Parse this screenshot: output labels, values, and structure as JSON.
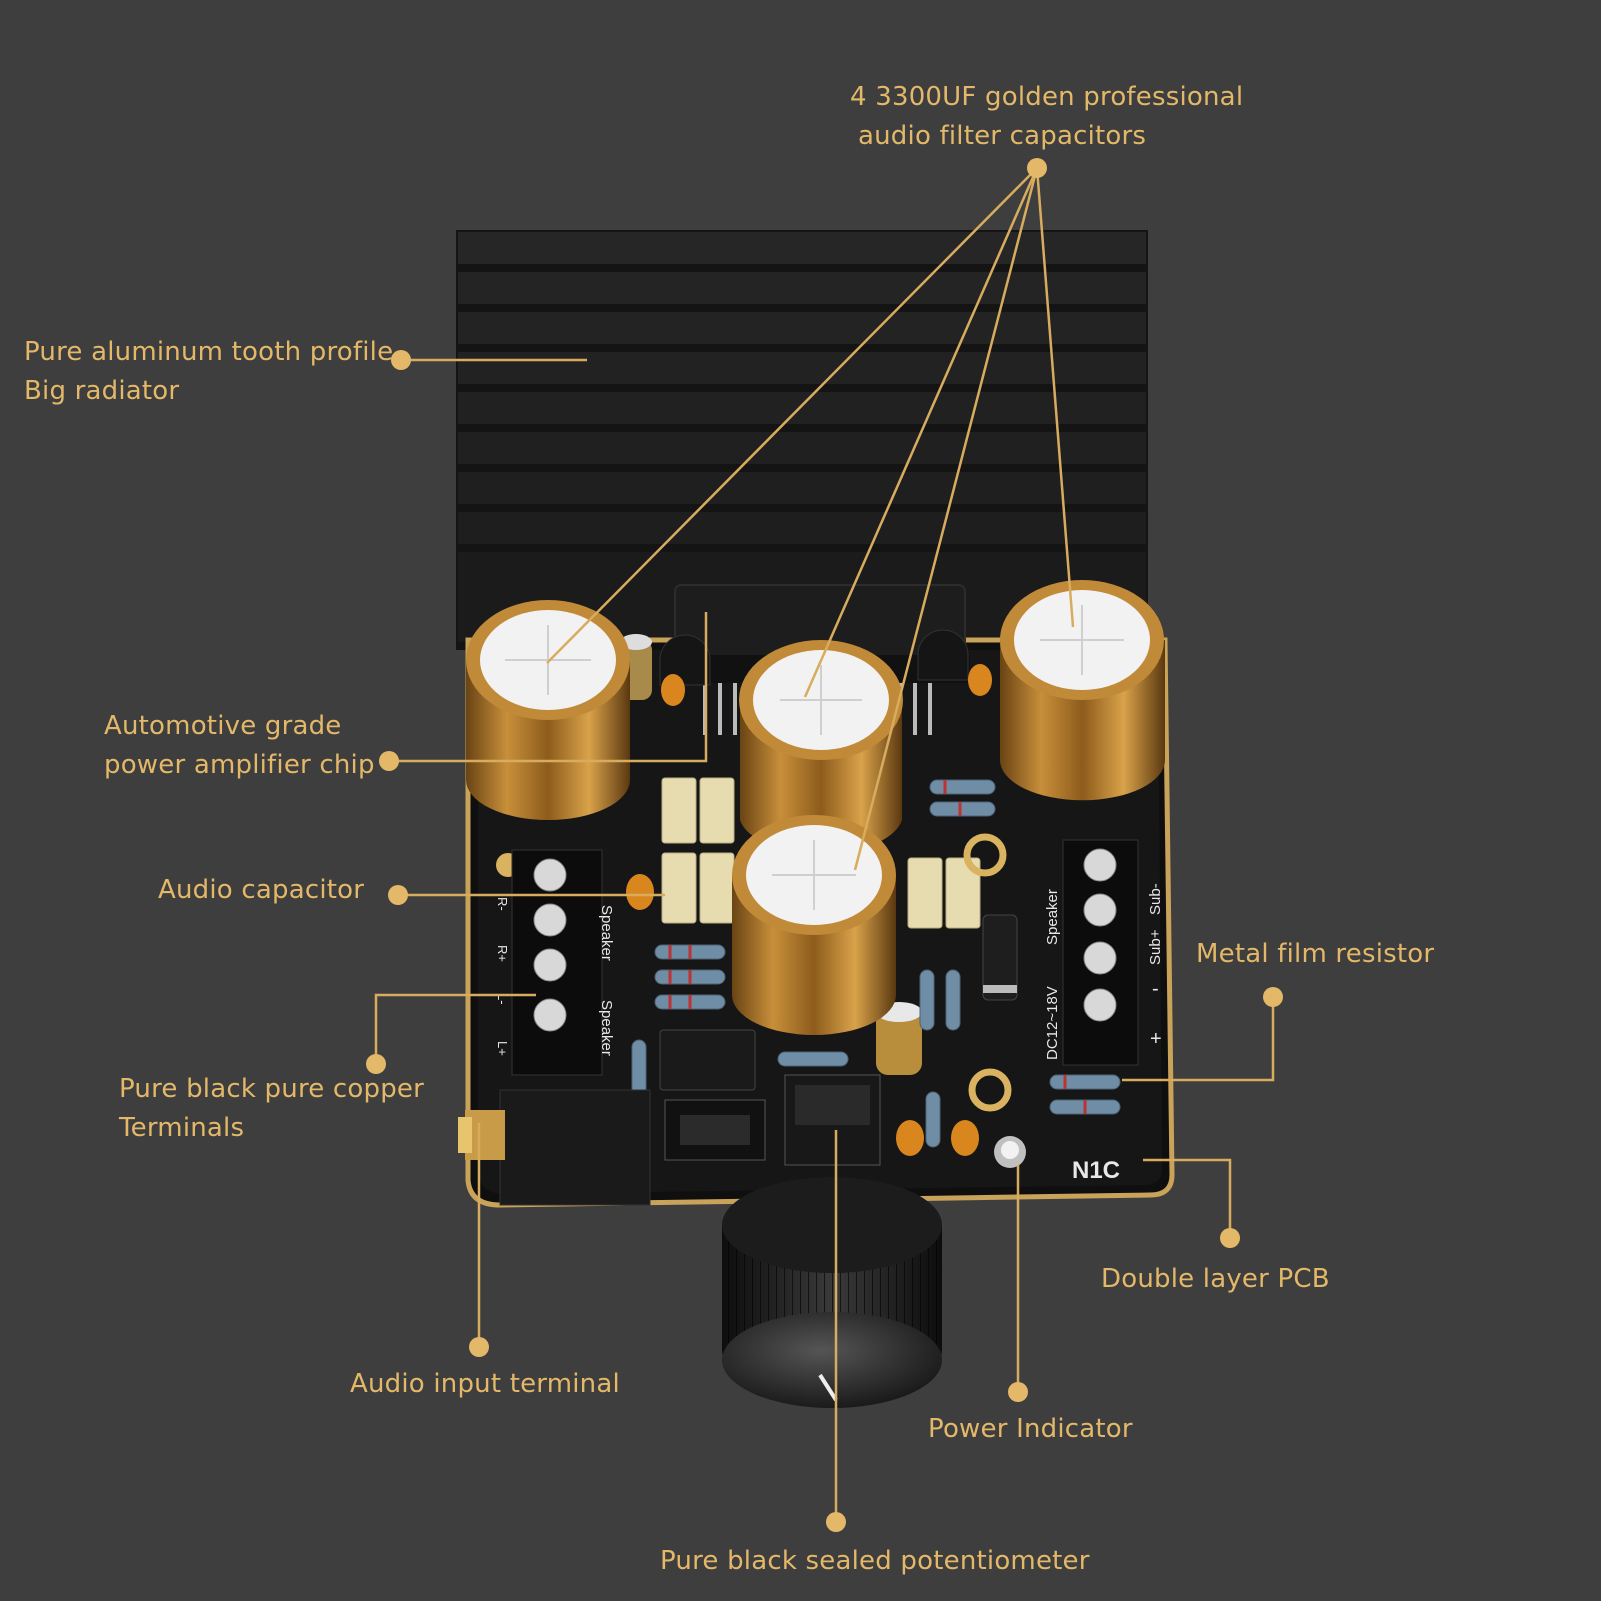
{
  "callouts": {
    "capacitors": {
      "line1": "4 3300UF golden professional",
      "line2": "audio filter capacitors"
    },
    "radiator": {
      "line1": "Pure aluminum tooth profile",
      "line2": "Big radiator"
    },
    "chip": {
      "line1": "Automotive grade",
      "line2": "power amplifier chip"
    },
    "audio_capacitor": "Audio capacitor",
    "terminals": {
      "line1": "Pure black pure copper",
      "line2": "Terminals"
    },
    "resistor": "Metal film resistor",
    "pcb": "Double layer PCB",
    "input": "Audio input terminal",
    "indicator": "Power Indicator",
    "potentiometer": "Pure black sealed potentiometer"
  },
  "board_marks": {
    "model": "N1C",
    "speaker_left": "Speaker",
    "speaker_left_2": "Speaker",
    "speaker_right": "Speaker",
    "power": "DC12~18V",
    "sub_minus": "Sub-",
    "sub_plus": "Sub+",
    "minus": "-",
    "plus": "+",
    "in_r": "R-",
    "in_rp": "R+",
    "in_l": "L-",
    "in_lp": "L+"
  },
  "colors": {
    "background": "#3e3e3e",
    "accent_gold": "#e3b869",
    "pcb": "#141414",
    "heatsink": "#191919"
  }
}
